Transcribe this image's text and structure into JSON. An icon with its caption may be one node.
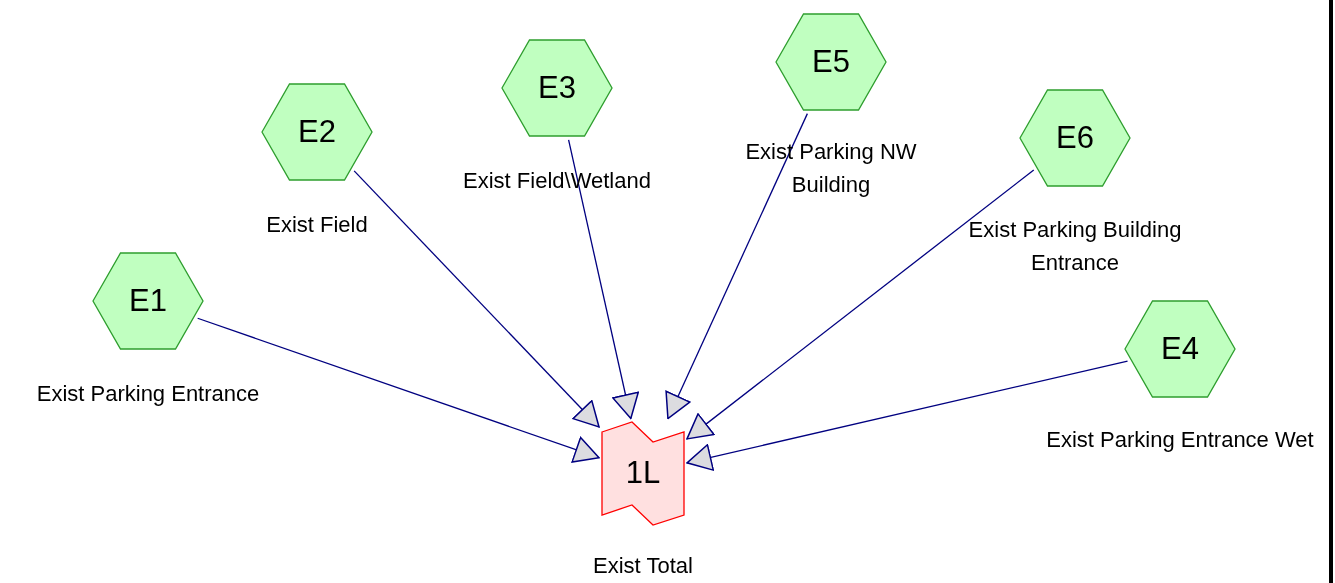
{
  "diagram": {
    "nodes": [
      {
        "text": [
          "E1"
        ],
        "beside": [
          "Exist Parking Entrance"
        ]
      },
      {
        "text": [
          "E2"
        ],
        "beside": [
          "Exist Field"
        ]
      },
      {
        "text": [
          "E3"
        ],
        "beside": [
          "Exist Field\\Wetland"
        ]
      },
      {
        "text": [
          "E5"
        ],
        "beside": [
          "Exist Parking NW Building"
        ]
      },
      {
        "text": [
          "E6"
        ],
        "beside": [
          "Exist Parking Building Entrance"
        ]
      },
      {
        "text": [
          "E4"
        ],
        "beside": [
          "Exist Parking Entrance Wet"
        ]
      },
      {
        "text": [
          "1L"
        ],
        "beside": [
          "Exist Total"
        ]
      }
    ],
    "edges": [
      {
        "from": 0,
        "to": 6,
        "arrow": "to"
      },
      {
        "from": 1,
        "to": 6,
        "arrow": "to"
      },
      {
        "from": 2,
        "to": 6,
        "arrow": "to"
      },
      {
        "from": 3,
        "to": 6,
        "arrow": "to"
      },
      {
        "from": 4,
        "to": 6,
        "arrow": "to"
      },
      {
        "from": 5,
        "to": 6,
        "arrow": "to"
      }
    ]
  }
}
